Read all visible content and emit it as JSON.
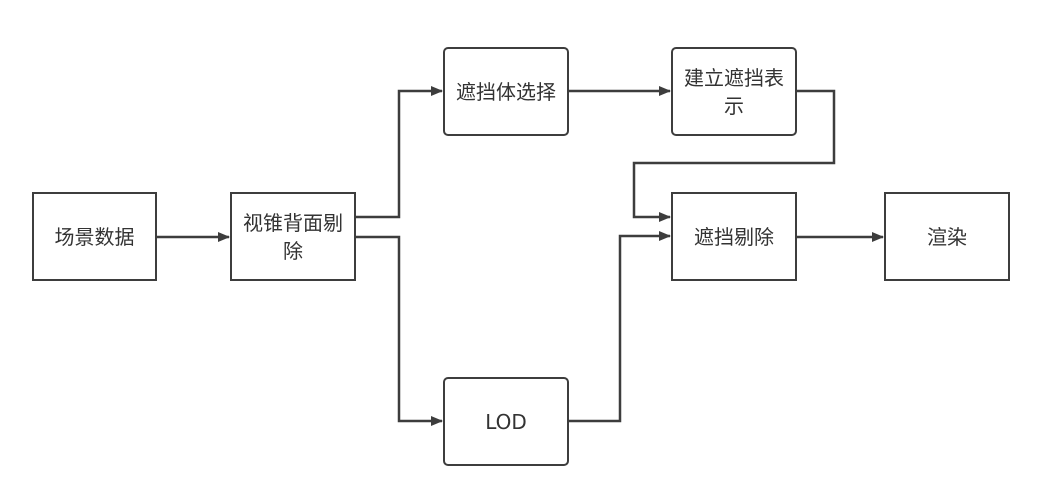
{
  "diagram": {
    "type": "flowchart",
    "colors": {
      "stroke": "#3d3d3d",
      "text": "#333333",
      "background": "#ffffff"
    },
    "nodes": {
      "scene_data": {
        "label": "场景数据",
        "shape": "rectangle"
      },
      "frustum_backface_culling": {
        "label": "视锥背面剔除",
        "shape": "rectangle"
      },
      "occluder_selection": {
        "label": "遮挡体选择",
        "shape": "rounded-rectangle"
      },
      "build_occlusion_representation": {
        "label": "建立遮挡表示",
        "shape": "rounded-rectangle"
      },
      "occlusion_culling": {
        "label": "遮挡剔除",
        "shape": "rectangle"
      },
      "rendering": {
        "label": "渲染",
        "shape": "rectangle"
      },
      "lod": {
        "label": "LOD",
        "shape": "rounded-rectangle"
      }
    },
    "edges": [
      {
        "from": "场景数据",
        "to": "视锥背面剔除"
      },
      {
        "from": "视锥背面剔除",
        "to": "遮挡体选择"
      },
      {
        "from": "视锥背面剔除",
        "to": "LOD"
      },
      {
        "from": "遮挡体选择",
        "to": "建立遮挡表示"
      },
      {
        "from": "建立遮挡表示",
        "to": "遮挡剔除"
      },
      {
        "from": "LOD",
        "to": "遮挡剔除"
      },
      {
        "from": "遮挡剔除",
        "to": "渲染"
      }
    ]
  }
}
